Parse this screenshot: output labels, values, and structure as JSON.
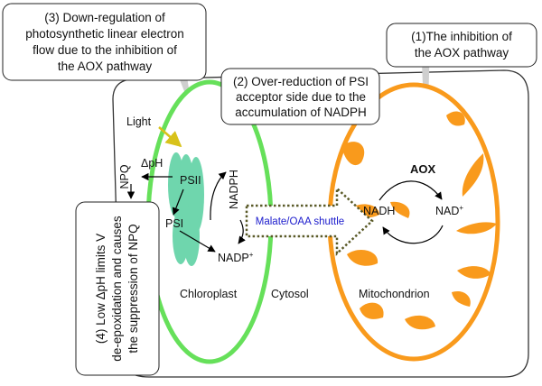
{
  "callouts": {
    "c3": [
      "(3) Down-regulation of",
      "photosynthetic linear electron",
      "flow due to the inhibition of",
      "the AOX pathway"
    ],
    "c1": [
      "(1)The inhibition of",
      "the AOX pathway"
    ],
    "c2": [
      "(2) Over-reduction of PSI",
      "acceptor side due to the",
      "accumulation of NADPH"
    ],
    "c4": [
      "(4) Low ΔpH limits V",
      "de-epoxidation and causes",
      "the suppression of NPQ"
    ]
  },
  "labels": {
    "light": "Light",
    "dph": "ΔpH",
    "npq": "NPQ",
    "psii": "PSII",
    "psi": "PSI",
    "nadph": "NADPH",
    "nadp": "NADP",
    "nadp_sup": "+",
    "shuttle": "Malate/OAA shuttle",
    "aox": "AOX",
    "nadh": "NADH",
    "nad": "NAD",
    "nad_sup": "+",
    "chloroplast": "Chloroplast",
    "cytosol": "Cytosol",
    "mitochondrion": "Mitochondrion"
  },
  "colors": {
    "chloroplast_border": "#66e05a",
    "thylakoid": "#6fd6ad",
    "mitochondrion": "#f99a1c",
    "light_arrow": "#d8c21a",
    "shuttle_text": "#1a1acc",
    "shuttle_border": "#5a5a28",
    "pointer": "#cfcfcf"
  }
}
